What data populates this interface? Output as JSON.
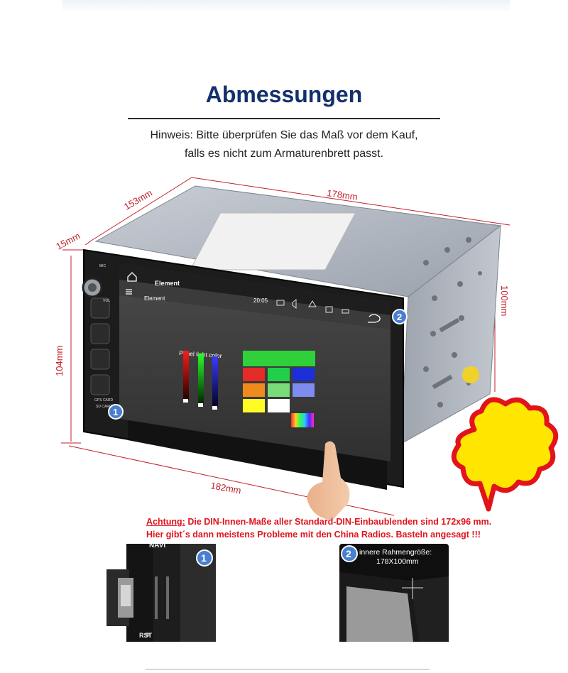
{
  "header": {
    "title": "Abmessungen",
    "hint_line1": "Hinweis: Bitte überprüfen Sie das Maß vor dem Kauf,",
    "hint_line2": "falls es nicht zum Armaturenbrett passt."
  },
  "dimensions": {
    "depth": "153mm",
    "width_top": "178mm",
    "front_depth": "15mm",
    "height_right": "100mm",
    "height_left": "104mm",
    "width_bottom": "182mm"
  },
  "screen": {
    "app_title": "Element",
    "drawer_title": "Element",
    "clock": "20:05",
    "panel_label": "Panel light color"
  },
  "device_buttons": {
    "mic": "MIC",
    "vol": "VOL",
    "gps": "GPS CARD",
    "sd": "SD CARD",
    "rst": "RST"
  },
  "callouts": {
    "one": "1",
    "two": "2"
  },
  "warning": {
    "lead": "Achtung:",
    "line1": " Die DIN-Innen-Maße aller Standard-DIN-Einbaublenden sind 172x96 mm.",
    "line2": "Hier gibt´s dann meistens Probleme mit den China Radios. Basteln angesagt !!!"
  },
  "detail1": {
    "navi_label": "NAVI",
    "rst_label": "RST"
  },
  "detail2": {
    "frame_label": "innere Rahmengröße:",
    "frame_size": "178X100mm"
  },
  "colors": {
    "title": "#14306b",
    "dimension": "#c0202a",
    "warning": "#e0141e",
    "callout_bg": "#4a7fd0",
    "burst_fill": "#ffe600",
    "burst_stroke": "#e2141b"
  },
  "swatches": [
    "#2fd03a",
    "#e52a28",
    "#21d04a",
    "#1a2fd8",
    "#f08a1c",
    "#78dc78",
    "#7e8cf0",
    "#fffc25",
    "#ffffff"
  ]
}
